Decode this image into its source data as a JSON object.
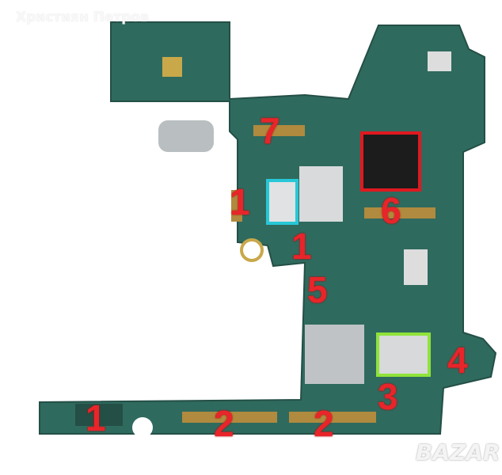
{
  "watermark": "Християн Петров",
  "logo": "BAZAR",
  "labels": [
    "7",
    "1",
    "6",
    "1",
    "5",
    "4",
    "3",
    "1",
    "2",
    "2"
  ],
  "colors": {
    "board": "#2f6a5e",
    "board_dark": "#234f46",
    "label": "#e8252a",
    "box_red": "#e0191f",
    "box_cyan": "#27c7d6",
    "box_green": "#8fe33a",
    "chip": "#1c1c1c",
    "shield": "#bfc3c6"
  }
}
